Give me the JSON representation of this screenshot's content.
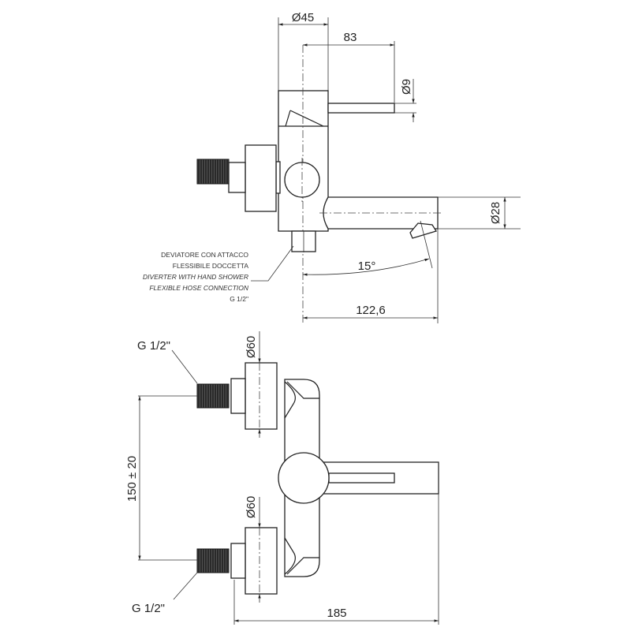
{
  "top_view": {
    "dim_body_diameter": "Ø45",
    "dim_lever_length": "83",
    "dim_lever_diameter": "Ø9",
    "dim_spout_diameter": "Ø28",
    "dim_spout_angle": "15°",
    "dim_spout_projection": "122,6",
    "note": [
      "DEVIATORE CON ATTACCO",
      "FLESSIBILE DOCCETTA",
      "DIVERTER WITH HAND SHOWER",
      "FLEXIBLE HOSE CONNECTION",
      "G 1/2\""
    ]
  },
  "front_view": {
    "thread_top": "G 1/2\"",
    "thread_bottom": "G 1/2\"",
    "dim_flange_top": "Ø60",
    "dim_flange_bottom": "Ø60",
    "dim_centres": "150 ± 20",
    "dim_total_depth": "185"
  },
  "colors": {
    "line": "#222222",
    "background": "#ffffff"
  }
}
